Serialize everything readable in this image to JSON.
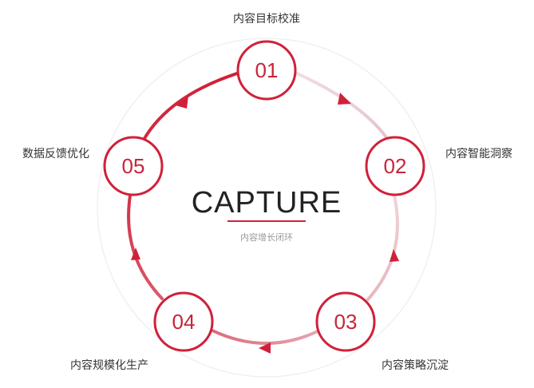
{
  "center": {
    "title": "CAPTURE",
    "subtitle": "内容增长闭环"
  },
  "colors": {
    "accent": "#d0213a",
    "ring_light": "#e8c9cf",
    "outer_ring": "#f0f0f0"
  },
  "steps": [
    {
      "number": "01",
      "label": "内容目标校准"
    },
    {
      "number": "02",
      "label": "内容智能洞察"
    },
    {
      "number": "03",
      "label": "内容策略沉淀"
    },
    {
      "number": "04",
      "label": "内容规模化生产"
    },
    {
      "number": "05",
      "label": "数据反馈优化"
    }
  ]
}
